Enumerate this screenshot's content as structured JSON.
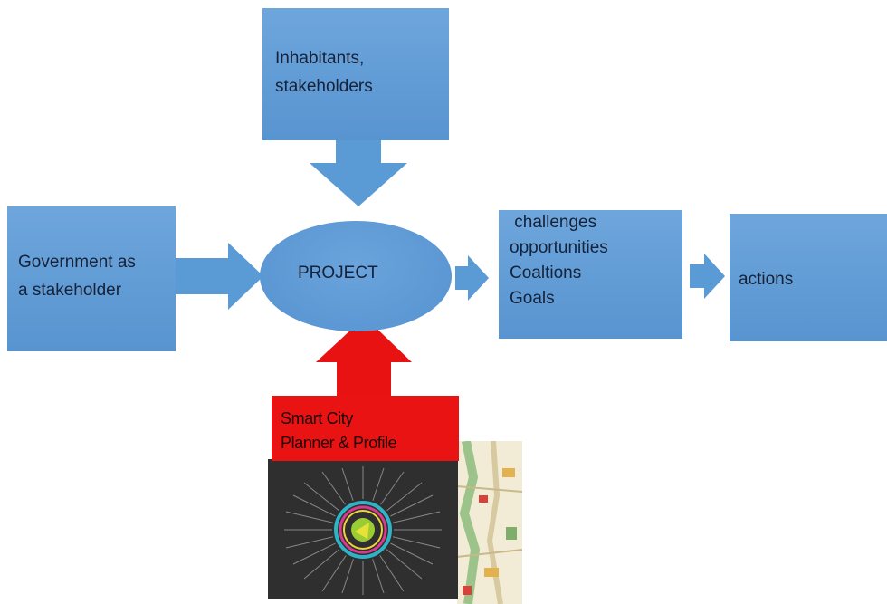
{
  "nodes": {
    "inhabitants": {
      "lines": [
        "Inhabitants,",
        "stakeholders"
      ]
    },
    "government": {
      "lines": [
        "Government as",
        "a stakeholder"
      ]
    },
    "project": {
      "label": "PROJECT"
    },
    "challenges": {
      "lines": [
        " challenges",
        "opportunities",
        "Coaltions",
        "Goals"
      ]
    },
    "actions": {
      "label": "actions"
    },
    "smart_city": {
      "lines": [
        "Smart City",
        "Planner & Profile"
      ]
    }
  },
  "colors": {
    "box_blue": "#5b9bd5",
    "arrow_blue": "#5b9bd5",
    "smart_city_red": "#e81212"
  },
  "icons": {
    "smart_city_image": "radial-circle-logo-photo",
    "map": "city-map-thumbnail"
  }
}
